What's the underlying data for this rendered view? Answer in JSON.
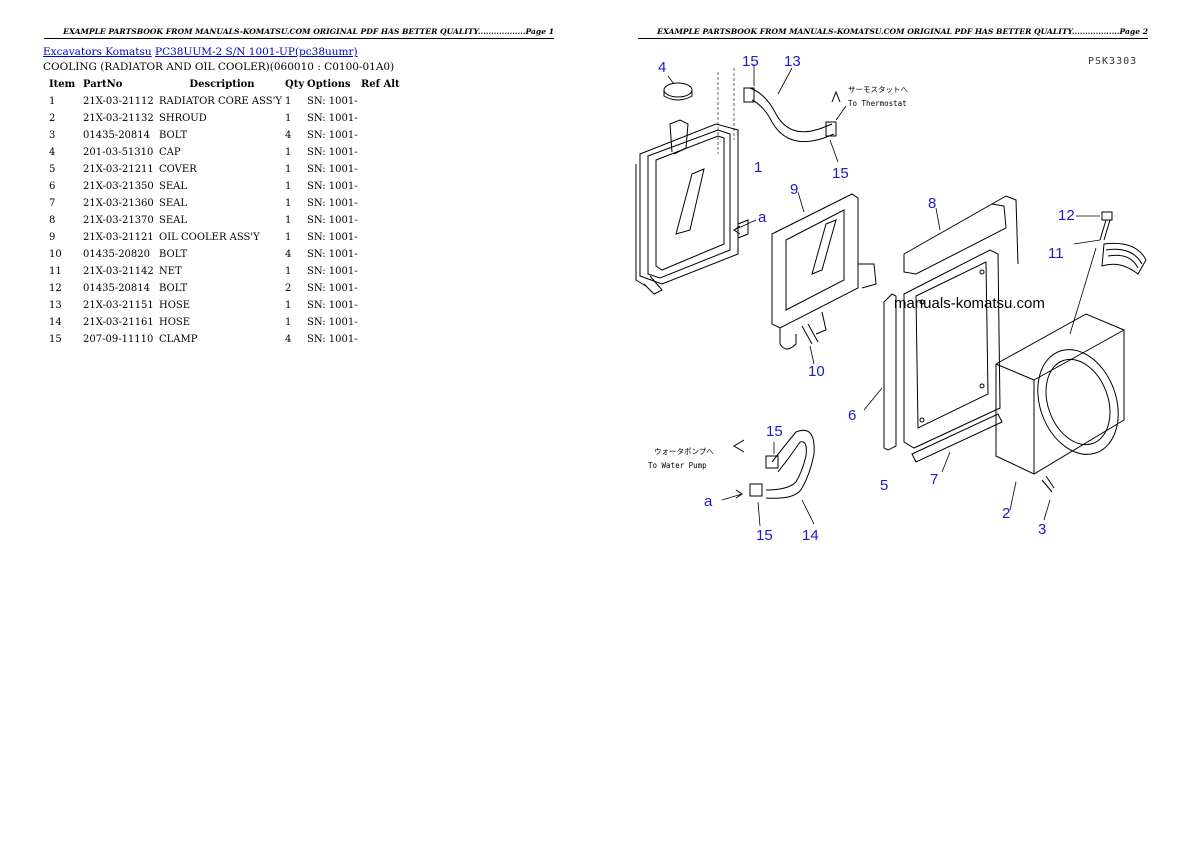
{
  "page_headers": [
    "EXAMPLE PARTSBOOK FROM MANUALS-KOMATSU.COM ORIGINAL PDF HAS BETTER QUALITY..................Page 1",
    "EXAMPLE PARTSBOOK FROM MANUALS-KOMATSU.COM ORIGINAL PDF HAS BETTER QUALITY..................Page 2"
  ],
  "breadcrumb": {
    "category": "Excavators Komatsu",
    "model": "PC38UUM-2 S/N 1001-UP(pc38uumr)"
  },
  "section_title": "COOLING (RADIATOR AND OIL COOLER)(060010 : C0100-01A0)",
  "table": {
    "headers": [
      "Item",
      "PartNo",
      "Description",
      "Qty",
      "Options",
      "Ref Alt"
    ],
    "rows": [
      [
        "1",
        "21X-03-21112",
        "RADIATOR CORE ASS'Y",
        "1",
        "SN: 1001-",
        ""
      ],
      [
        "2",
        "21X-03-21132",
        "SHROUD",
        "1",
        "SN: 1001-",
        ""
      ],
      [
        "3",
        "01435-20814",
        "BOLT",
        "4",
        "SN: 1001-",
        ""
      ],
      [
        "4",
        "201-03-51310",
        "CAP",
        "1",
        "SN: 1001-",
        ""
      ],
      [
        "5",
        "21X-03-21211",
        "COVER",
        "1",
        "SN: 1001-",
        ""
      ],
      [
        "6",
        "21X-03-21350",
        "SEAL",
        "1",
        "SN: 1001-",
        ""
      ],
      [
        "7",
        "21X-03-21360",
        "SEAL",
        "1",
        "SN: 1001-",
        ""
      ],
      [
        "8",
        "21X-03-21370",
        "SEAL",
        "1",
        "SN: 1001-",
        ""
      ],
      [
        "9",
        "21X-03-21121",
        "OIL COOLER ASS'Y",
        "1",
        "SN: 1001-",
        ""
      ],
      [
        "10",
        "01435-20820",
        "BOLT",
        "4",
        "SN: 1001-",
        ""
      ],
      [
        "11",
        "21X-03-21142",
        "NET",
        "1",
        "SN: 1001-",
        ""
      ],
      [
        "12",
        "01435-20814",
        "BOLT",
        "2",
        "SN: 1001-",
        ""
      ],
      [
        "13",
        "21X-03-21151",
        "HOSE",
        "1",
        "SN: 1001-",
        ""
      ],
      [
        "14",
        "21X-03-21161",
        "HOSE",
        "1",
        "SN: 1001-",
        ""
      ],
      [
        "15",
        "207-09-11110",
        "CLAMP",
        "4",
        "SN: 1001-",
        ""
      ]
    ]
  },
  "diagram": {
    "drawing_code": "PSK3303",
    "watermark": "manuals-komatsu.com",
    "callouts": {
      "c4": "4",
      "c15a": "15",
      "c13": "13",
      "c1": "1",
      "c15b": "15",
      "c9": "9",
      "ca1": "a",
      "c8": "8",
      "c12": "12",
      "c11": "11",
      "c10": "10",
      "c6": "6",
      "c15c": "15",
      "ca2": "a",
      "c15d": "15",
      "c14": "14",
      "c5": "5",
      "c7": "7",
      "c2": "2",
      "c3": "3"
    },
    "notes": {
      "thermostat_jp": "サーモスタットへ",
      "thermostat_en": "To Thermostat",
      "waterpump_jp": "ウォータポンプへ",
      "waterpump_en": "To Water Pump"
    }
  }
}
